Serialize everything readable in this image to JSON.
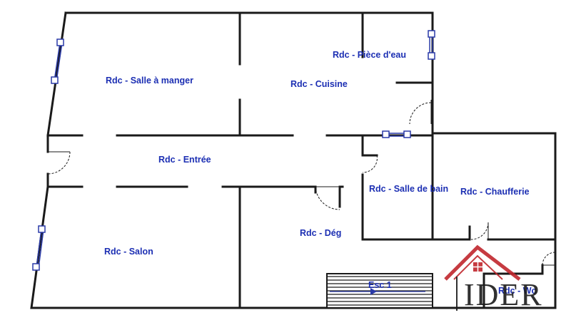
{
  "rooms": [
    {
      "id": "salle-a-manger",
      "label": "Rdc - Salle à manger"
    },
    {
      "id": "cuisine",
      "label": "Rdc - Cuisine"
    },
    {
      "id": "piece-d-eau",
      "label": "Rdc - Pièce d'eau"
    },
    {
      "id": "entree",
      "label": "Rdc - Entrée"
    },
    {
      "id": "salle-de-bain",
      "label": "Rdc - Salle de bain"
    },
    {
      "id": "chaufferie",
      "label": "Rdc - Chaufferie"
    },
    {
      "id": "deg",
      "label": "Rdc - Dég"
    },
    {
      "id": "salon",
      "label": "Rdc - Salon"
    },
    {
      "id": "wc",
      "label": "Rdc - Wc"
    }
  ],
  "stairs": {
    "label": "Esc 1"
  },
  "logo": {
    "text": "IDER",
    "house_color": "#c0262d"
  },
  "colors": {
    "label": "#1c2fb3",
    "wall": "#1a1a1a",
    "window": "#2a3aa8"
  }
}
